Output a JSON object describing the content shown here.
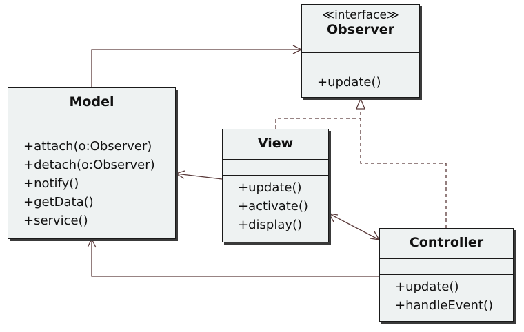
{
  "classes": {
    "observer": {
      "stereotype": "≪interface≫",
      "name": "Observer",
      "operations": [
        "+update()"
      ]
    },
    "model": {
      "name": "Model",
      "operations": [
        "+attach(o:Observer)",
        "+detach(o:Observer)",
        "+notify()",
        "+getData()",
        "+service()"
      ]
    },
    "view": {
      "name": "View",
      "operations": [
        "+update()",
        "+activate()",
        "+display()"
      ]
    },
    "controller": {
      "name": "Controller",
      "operations": [
        "+update()",
        "+handleEvent()"
      ]
    }
  },
  "relationships": [
    {
      "from": "Model",
      "to": "Observer",
      "kind": "association"
    },
    {
      "from": "View",
      "to": "Observer",
      "kind": "realization"
    },
    {
      "from": "Controller",
      "to": "Observer",
      "kind": "realization"
    },
    {
      "from": "View",
      "to": "Model",
      "kind": "association"
    },
    {
      "from": "View",
      "to": "Controller",
      "kind": "bidirectional-association"
    },
    {
      "from": "Controller",
      "to": "Model",
      "kind": "association"
    }
  ]
}
